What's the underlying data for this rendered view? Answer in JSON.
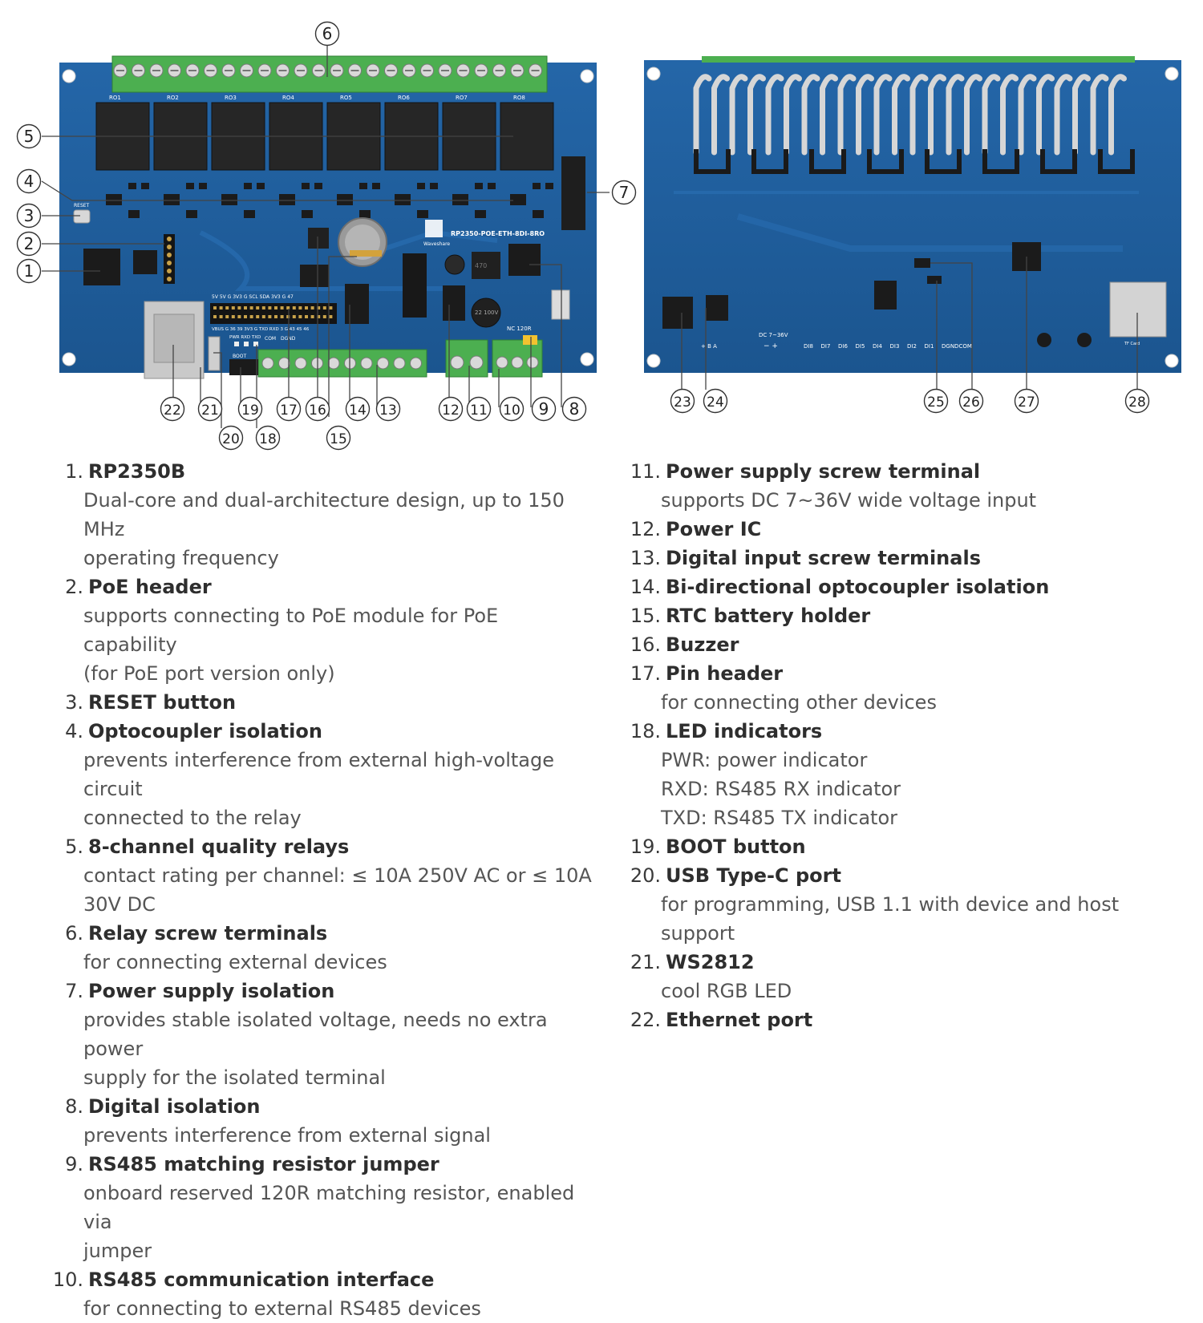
{
  "board_label": "RP2350-POE-ETH-8DI-8RO",
  "brand_label": "Waveshare",
  "relay_labels": [
    "RO1",
    "RO2",
    "RO3",
    "RO4",
    "RO5",
    "RO6",
    "RO7",
    "RO8"
  ],
  "silk_labels": {
    "reset": "RESET",
    "pin_top": "5V  5V  G  3V3  G  SCL SDA 3V3  G  47",
    "pin_bottom": "VBUS G  36  39 3V3  G  TXD RXD  3  G  43  45  46",
    "leds": "PWR RXD TXD",
    "boot": "BOOT",
    "com": "COM",
    "dgnd": "DGND",
    "nc_120r": "NC 120R",
    "back_power": "DC 7~36V",
    "back_pm": "−  +",
    "back_rs485": "+  B  A",
    "back_di": [
      "DI8",
      "DI7",
      "DI6",
      "DI5",
      "DI4",
      "DI3",
      "DI2",
      "DI1",
      "DGND",
      "COM"
    ],
    "tf": "TF Card",
    "cap1": "470",
    "cap2": "22 100V"
  },
  "callouts": [
    "1",
    "2",
    "3",
    "4",
    "5",
    "6",
    "7",
    "8",
    "9",
    "10",
    "11",
    "12",
    "13",
    "14",
    "15",
    "16",
    "17",
    "18",
    "19",
    "20",
    "21",
    "22",
    "23",
    "24",
    "25",
    "26",
    "27",
    "28"
  ],
  "items_left": [
    {
      "num": "1.",
      "title": "RP2350B",
      "desc": [
        "Dual-core and dual-architecture design, up to 150 MHz",
        "operating frequency"
      ]
    },
    {
      "num": "2.",
      "title": "PoE header",
      "desc": [
        "supports connecting to PoE module for PoE capability",
        "(for PoE port version only)"
      ]
    },
    {
      "num": "3.",
      "title": "RESET button",
      "desc": []
    },
    {
      "num": "4.",
      "title": "Optocoupler isolation",
      "desc": [
        "prevents interference from external high-voltage circuit",
        "connected to the relay"
      ]
    },
    {
      "num": "5.",
      "title": "8-channel quality relays",
      "desc": [
        "contact rating per channel: ≤ 10A 250V AC or ≤ 10A",
        "30V DC"
      ]
    },
    {
      "num": "6.",
      "title": "Relay screw terminals",
      "desc": [
        "for connecting external devices"
      ]
    },
    {
      "num": "7.",
      "title": "Power supply isolation",
      "desc": [
        "provides stable isolated voltage, needs no extra power",
        "supply for the isolated terminal"
      ]
    },
    {
      "num": "8.",
      "title": "Digital isolation",
      "desc": [
        "prevents interference from external signal"
      ]
    },
    {
      "num": "9.",
      "title": "RS485 matching resistor jumper",
      "desc": [
        "onboard reserved 120R matching resistor, enabled via",
        "jumper"
      ]
    },
    {
      "num": "10.",
      "title": "RS485 communication interface",
      "desc": [
        "for connecting to external RS485 devices"
      ]
    }
  ],
  "items_right": [
    {
      "num": "11.",
      "title": "Power supply screw terminal",
      "desc": [
        "supports DC 7~36V wide voltage input"
      ]
    },
    {
      "num": "12.",
      "title": "Power IC",
      "desc": []
    },
    {
      "num": "13.",
      "title": "Digital input screw terminals",
      "desc": []
    },
    {
      "num": "14.",
      "title": "Bi-directional optocoupler isolation",
      "desc": []
    },
    {
      "num": "15.",
      "title": "RTC battery holder",
      "desc": []
    },
    {
      "num": "16.",
      "title": "Buzzer",
      "desc": []
    },
    {
      "num": "17.",
      "title": "Pin header",
      "desc": [
        "for connecting other devices"
      ]
    },
    {
      "num": "18.",
      "title": "LED indicators",
      "desc": [
        "PWR: power indicator",
        "RXD: RS485 RX indicator",
        "TXD: RS485 TX indicator"
      ]
    },
    {
      "num": "19.",
      "title": "BOOT button",
      "desc": []
    },
    {
      "num": "20.",
      "title": "USB Type-C port",
      "desc": [
        "for programming, USB 1.1 with device and host support"
      ]
    },
    {
      "num": "21.",
      "title": "WS2812",
      "desc": [
        "cool RGB LED"
      ]
    },
    {
      "num": "22.",
      "title": "Ethernet port",
      "desc": []
    }
  ],
  "colors": {
    "pcb": "#1f5d9e",
    "pcb_dark": "#174a80",
    "terminal": "#49b04a",
    "relay": "#2b2b2b",
    "text": "#3a3a3a"
  }
}
